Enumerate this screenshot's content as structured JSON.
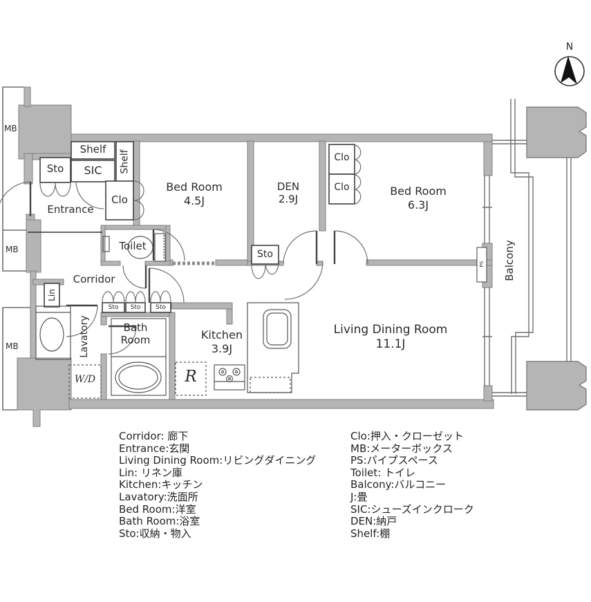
{
  "colors": {
    "wall_fill": "#b5b5b5",
    "wall_stroke": "#7f7f7f",
    "box_stroke": "#3f3f3f",
    "thin_line": "#6e6e6e",
    "text": "#2b2b2b"
  },
  "compass": {
    "north_label": "N"
  },
  "plan": {
    "mb": "MB",
    "sto": "Sto",
    "clo": "Clo",
    "shelf": "Shelf",
    "sic": "SIC",
    "lin": "Lin",
    "ps": "PS",
    "entrance": "Entrance",
    "toilet": "Toilet",
    "corridor": "Corridor",
    "lavatory": "Lavatory",
    "balcony": "Balcony",
    "washer_dryer": "W/D",
    "refrigerator": "R",
    "bedroom1": {
      "name": "Bed Room",
      "size": "4.5J"
    },
    "bedroom2": {
      "name": "Bed Room",
      "size": "6.3J"
    },
    "den": {
      "name": "DEN",
      "size": "2.9J"
    },
    "kitchen": {
      "name": "Kitchen",
      "size": "3.9J"
    },
    "living": {
      "name": "Living Dining Room",
      "size": "11.1J"
    },
    "bathroom": {
      "line1": "Bath",
      "line2": "Room"
    }
  },
  "legend": {
    "left": [
      "Corridor: 廊下",
      "Entrance:玄関",
      "Living Dining Room:リビングダイニング",
      "Lin: リネン庫",
      "Kitchen:キッチン",
      "Lavatory:洗面所",
      "Bed Room:洋室",
      "Bath Room:浴室",
      "Sto:収納・物入"
    ],
    "right": [
      "Clo:押入・クローゼット",
      "MB:メーターボックス",
      "PS:パイプスペース",
      "Toilet: トイレ",
      "Balcony:バルコニー",
      "J:畳",
      "SIC:シューズインクローク",
      "DEN:納戸",
      "Shelf:棚"
    ]
  }
}
